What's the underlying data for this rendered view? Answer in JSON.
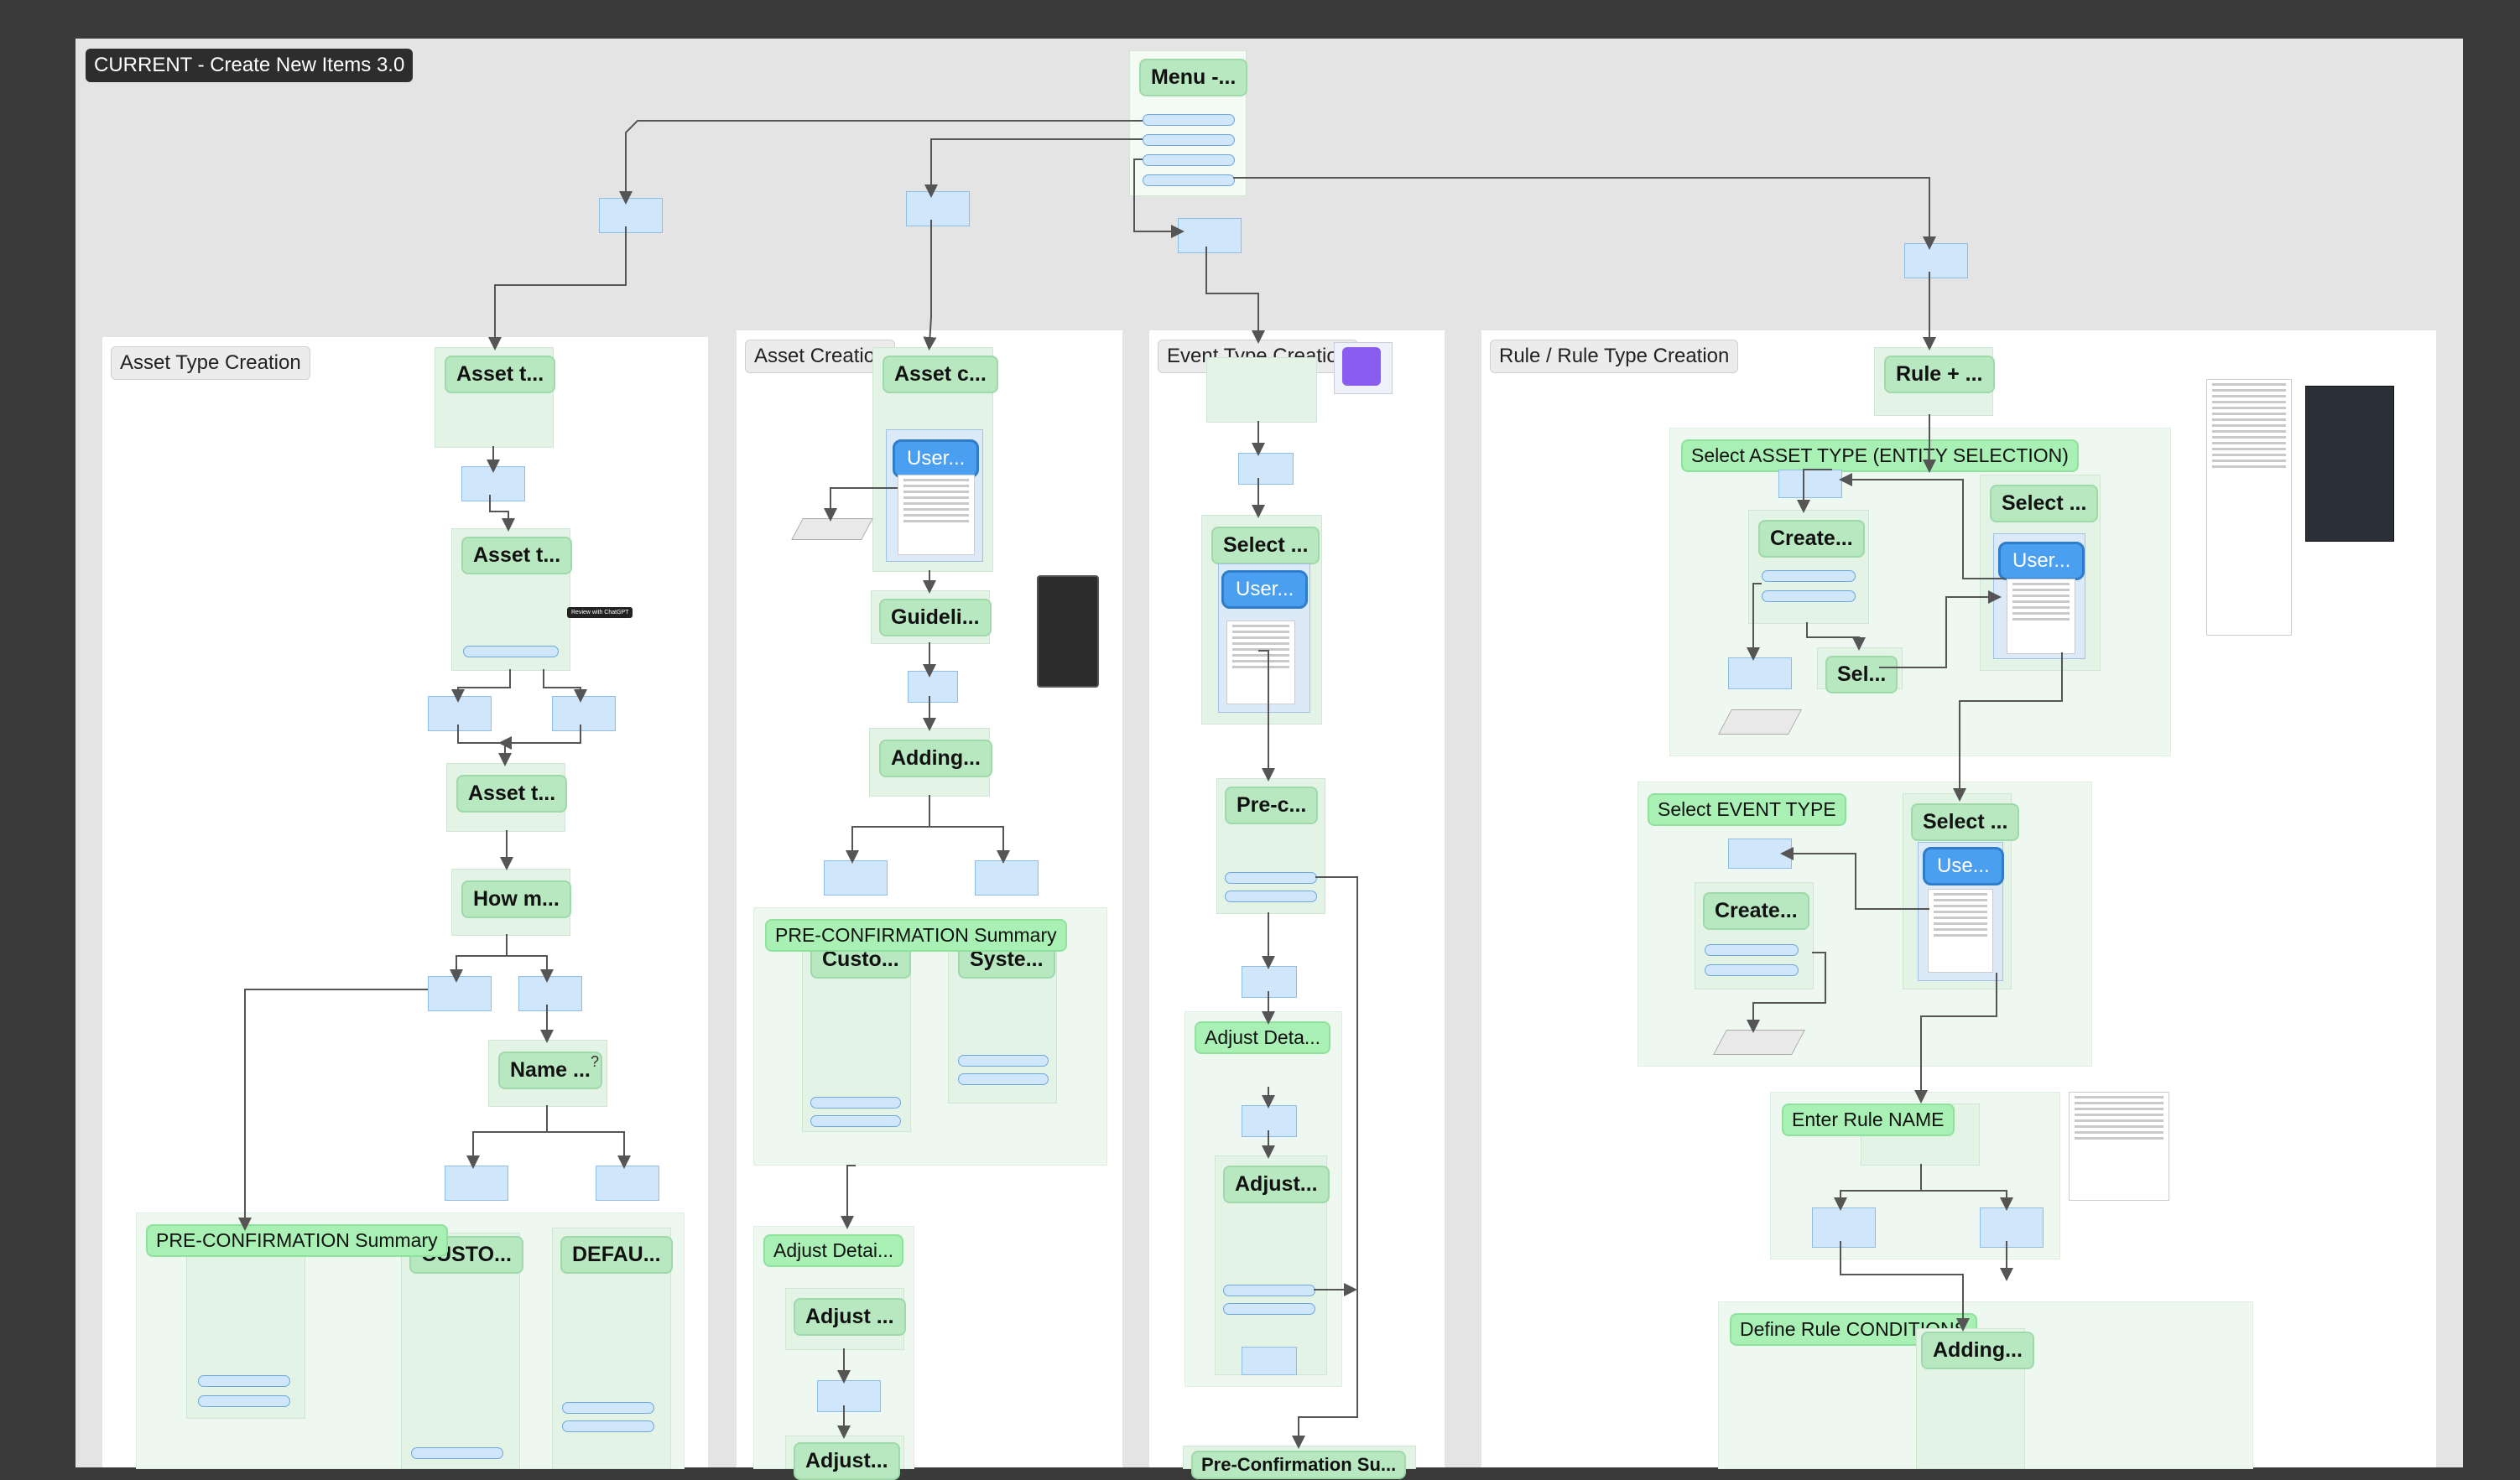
{
  "board": {
    "title": "CURRENT - Create New Items 3.0"
  },
  "menu": {
    "title": "Menu -..."
  },
  "sections": {
    "asset_type": "Asset Type Creation",
    "asset": "Asset Creation",
    "event_type": "Event Type Creation",
    "rule": "Rule / Rule Type Creation"
  },
  "asset_type": {
    "steps": [
      "Asset t...",
      "Asset t...",
      "Asset t...",
      "How m...",
      "Name ..."
    ],
    "preconf": "PRE-CONFIRMATION Summary",
    "custom": "CUSTO...",
    "default": "DEFAU...",
    "tooltip": "Review with ChatGPT",
    "question": "?"
  },
  "asset": {
    "steps": [
      "Asset c...",
      "Guideli...",
      "Adding..."
    ],
    "user": "User...",
    "preconf": "PRE-CONFIRMATION Summary",
    "custom": "Custo...",
    "system": "Syste...",
    "adjust_group": "Adjust Detai...",
    "adjust1": "Adjust ...",
    "adjust2": "Adjust..."
  },
  "event_type": {
    "select": "Select ...",
    "user": "User...",
    "preconf": "Pre-c...",
    "adjust_group": "Adjust Deta...",
    "adjust": "Adjust...",
    "bottom": "Pre-Confirmation Su..."
  },
  "rule": {
    "top": "Rule + ...",
    "asset_group": "Select ASSET TYPE (ENTITY SELECTION)",
    "create": "Create...",
    "select": "Select ...",
    "user": "User...",
    "sel": "Sel...",
    "event_group": "Select EVENT TYPE",
    "create2": "Create...",
    "select2": "Select ...",
    "use": "Use...",
    "name_group": "Enter Rule NAME",
    "cond_group": "Define Rule CONDITIONS",
    "adding": "Adding..."
  }
}
